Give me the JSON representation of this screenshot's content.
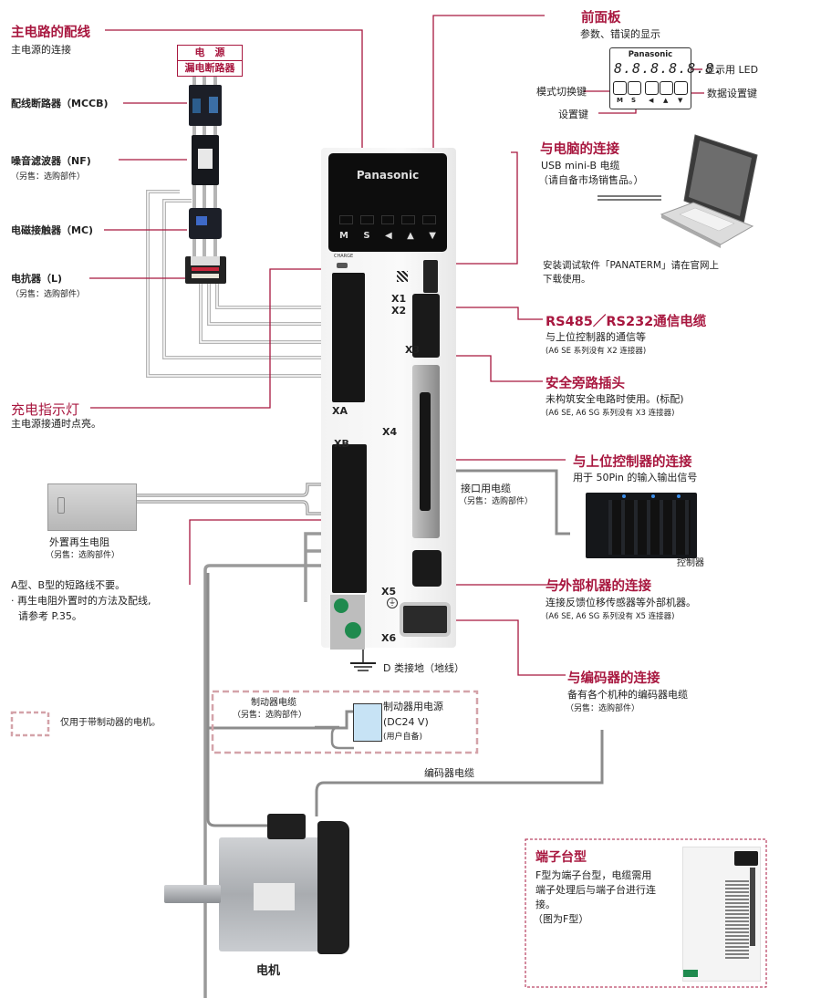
{
  "colors": {
    "accent": "#a8173f",
    "cable": "#b9b9b9",
    "dashed": "#d4a3a9",
    "psu": "#c7e3f5",
    "ground_screw": "#1f8a4e"
  },
  "main_circuit": {
    "title": "主电路的配线",
    "subtitle": "主电源的连接"
  },
  "power_box": {
    "line1": "电　源",
    "line2": "漏电断路器"
  },
  "mccb": {
    "label": "配线断路器（MCCB)"
  },
  "nf": {
    "label": "噪音滤波器（NF)",
    "note": "（另售：选购部件）"
  },
  "mc": {
    "label": "电磁接触器（MC)"
  },
  "reactor": {
    "label": "电抗器（L)",
    "note": "（另售：选购部件）"
  },
  "charge": {
    "title": "充电指示灯",
    "subtitle": "主电源接通时点亮。"
  },
  "front_panel": {
    "title": "前面板",
    "subtitle": "参数、错误的显示",
    "brand": "Panasonic",
    "led_digits": "8.8.8.8.8.8.",
    "led_label": "显示用 LED",
    "mode_key_label": "模式切换键",
    "set_key_label": "设置键",
    "data_keys_label": "数据设置键",
    "keys": [
      "M",
      "S",
      "◀",
      "▲",
      "▼"
    ]
  },
  "pc": {
    "title": "与电脑的连接",
    "line1": "USB mini-B 电缆",
    "line2": "（请自备市场销售品。）",
    "note1": "安装调试软件「PANATERM」请在官网上",
    "note2": "下载使用。"
  },
  "rs485": {
    "title": "RS485／RS232通信电缆",
    "line1": "与上位控制器的通信等",
    "note": "(A6 SE 系列没有 X2 连接器)"
  },
  "safety": {
    "title": "安全旁路插头",
    "line1": "未构筑安全电路时使用。(标配)",
    "note": "(A6 SE, A6 SG 系列没有 X3 连接器)"
  },
  "host": {
    "title": "与上位控制器的连接",
    "line1": "用于 50Pin 的输入输出信号",
    "cable_label": "接口用电缆",
    "cable_note": "（另售：选购部件）",
    "device_label": "控制器"
  },
  "external": {
    "title": "与外部机器的连接",
    "line1": "连接反馈位移传感器等外部机器。",
    "note": "(A6 SE, A6 SG 系列没有 X5 连接器)"
  },
  "encoder": {
    "title": "与编码器的连接",
    "line1": "备有各个机种的编码器电缆",
    "note": "（另售：选购部件）",
    "cable_label": "编码器电缆"
  },
  "regen": {
    "label": "外置再生电阻",
    "note": "（另售：选购部件）",
    "remark1": "A型、B型的短路线不要。",
    "remark2": "· 再生电阻外置时的方法及配线,",
    "remark3": "请参考 P.35。"
  },
  "ground": {
    "label": "D 类接地（地线）"
  },
  "brake": {
    "legend": "仅用于带制动器的电机。",
    "cable_label": "制动器电缆",
    "cable_note": "（另售：选购部件）",
    "psu_label": "制动器用电源",
    "psu_voltage": "(DC24 V)",
    "psu_note": "(用户自备)"
  },
  "motor": {
    "label": "电机"
  },
  "terminal": {
    "title": "端子台型",
    "line1": "F型为端子台型，电缆需用",
    "line2": "端子处理后与端子台进行连",
    "line3": "接。",
    "line4": "（图为F型）"
  },
  "driver": {
    "brand": "Panasonic",
    "charge": "CHARGE",
    "connectors": [
      "X1",
      "X2",
      "X3",
      "XA",
      "X4",
      "XB",
      "X5",
      "X6"
    ]
  }
}
